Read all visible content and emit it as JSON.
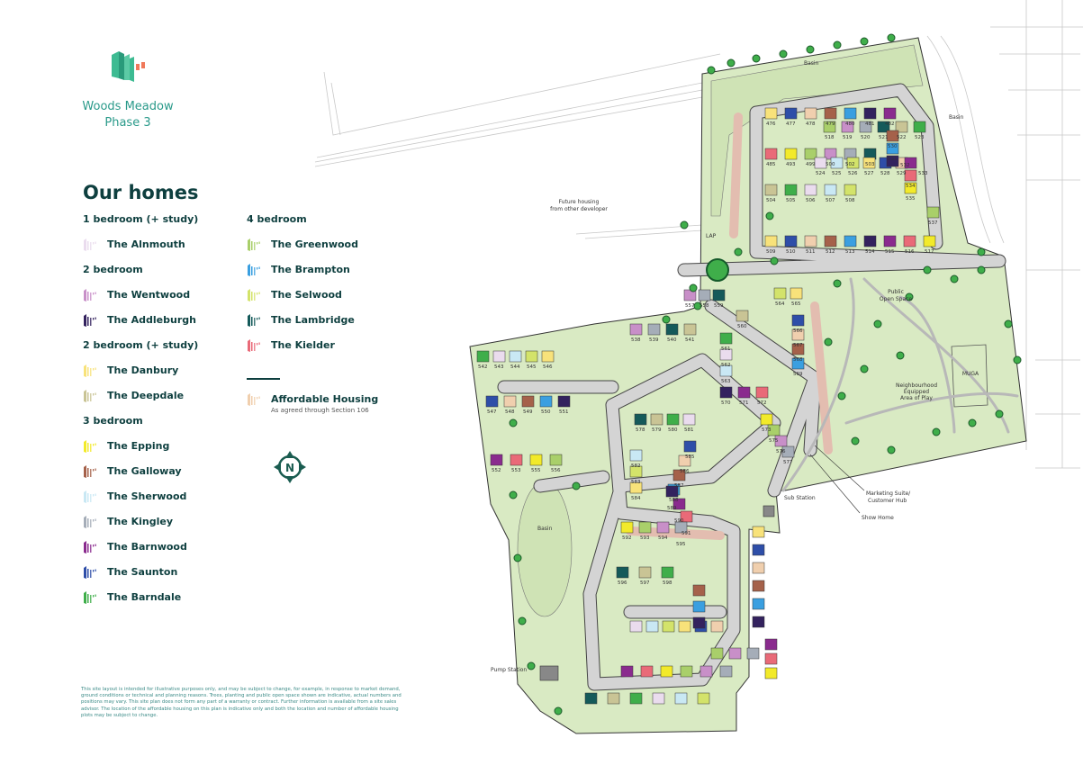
{
  "brand": {
    "line1": "Woods Meadow",
    "line2": "Phase 3"
  },
  "legend": {
    "title": "Our homes",
    "left_groups": [
      {
        "heading": "1 bedroom (+ study)",
        "homes": [
          {
            "name": "The Alnmouth",
            "color": "#eadcee"
          }
        ]
      },
      {
        "heading": "2 bedroom",
        "homes": [
          {
            "name": "The Wentwood",
            "color": "#c88fc8"
          },
          {
            "name": "The Addleburgh",
            "color": "#33225e"
          }
        ]
      },
      {
        "heading": "2 bedroom  (+ study)",
        "homes": [
          {
            "name": "The Danbury",
            "color": "#f8e27a"
          },
          {
            "name": "The Deepdale",
            "color": "#c9c495"
          }
        ]
      },
      {
        "heading": "3 bedroom",
        "homes": [
          {
            "name": "The Epping",
            "color": "#f2ea2a"
          },
          {
            "name": "The Galloway",
            "color": "#a5614a"
          },
          {
            "name": "The Sherwood",
            "color": "#c9e8f4"
          },
          {
            "name": "The Kingley",
            "color": "#a5adb8"
          },
          {
            "name": "The Barnwood",
            "color": "#8a2b8e"
          },
          {
            "name": "The Saunton",
            "color": "#2e4ea8"
          },
          {
            "name": "The Barndale",
            "color": "#3fae4a"
          }
        ]
      }
    ],
    "right_groups": [
      {
        "heading": "4 bedroom",
        "homes": [
          {
            "name": "The Greenwood",
            "color": "#a9cf6a"
          },
          {
            "name": "The Brampton",
            "color": "#3a9fe0"
          },
          {
            "name": "The Selwood",
            "color": "#d3e36a"
          },
          {
            "name": "The Lambridge",
            "color": "#155a5a"
          },
          {
            "name": "The Kielder",
            "color": "#e96a78"
          }
        ]
      }
    ],
    "affordable": {
      "name": "Affordable Housing",
      "note": "As agreed through Section 106",
      "color": "#f0cfae"
    }
  },
  "compass": {
    "letter": "N"
  },
  "disclaimer": "This site layout is intended for illustrative purposes only, and may be subject to change, for example, in response to market demand, ground conditions or technical and planning reasons. Trees, planting and public open space shown are indicative, actual numbers and positions may vary. This site plan does not form any part of a warranty or contract. Further information is available from a site sales advisor. The location of the affordable housing on this plan is indicative only and both the location and number of affordable housing plots may be subject to change.",
  "map": {
    "labels": {
      "basin_north": "Basin",
      "basin_east": "Basin",
      "basin_west": "Basin",
      "future_housing": "Future housing",
      "future_housing_2": "from other developer",
      "lap": "LAP",
      "pos_1": "Public",
      "pos_2": "Open Space",
      "neap_1": "Neighbourhood",
      "neap_2": "Equipped",
      "neap_3": "Area of Play",
      "muga": "MUGA",
      "marketing_1": "Marketing Suite/",
      "marketing_2": "Customer Hub",
      "show_home": "Show Home",
      "sub_station": "Sub Station",
      "pump_station": "Pump Station"
    },
    "plots": [
      "476",
      "477",
      "478",
      "479",
      "480",
      "481",
      "482",
      "485",
      "493",
      "499",
      "500",
      "502",
      "503",
      "504",
      "505",
      "506",
      "507",
      "508",
      "509",
      "510",
      "511",
      "512",
      "513",
      "514",
      "515",
      "516",
      "517",
      "518",
      "519",
      "520",
      "521",
      "522",
      "523",
      "524",
      "525",
      "526",
      "527",
      "528",
      "529",
      "530",
      "531",
      "532",
      "533",
      "534",
      "535",
      "537",
      "538",
      "539",
      "540",
      "541",
      "542",
      "543",
      "544",
      "545",
      "546",
      "547",
      "548",
      "549",
      "550",
      "551",
      "552",
      "553",
      "555",
      "556",
      "557",
      "558",
      "559",
      "560",
      "561",
      "562",
      "563",
      "564",
      "565",
      "566",
      "567",
      "568",
      "569",
      "570",
      "571",
      "572",
      "573",
      "575",
      "576",
      "577",
      "578",
      "579",
      "580",
      "581",
      "582",
      "583",
      "584",
      "585",
      "586",
      "587",
      "588",
      "589",
      "590",
      "591",
      "592",
      "593",
      "594",
      "595",
      "596",
      "597",
      "598"
    ]
  }
}
